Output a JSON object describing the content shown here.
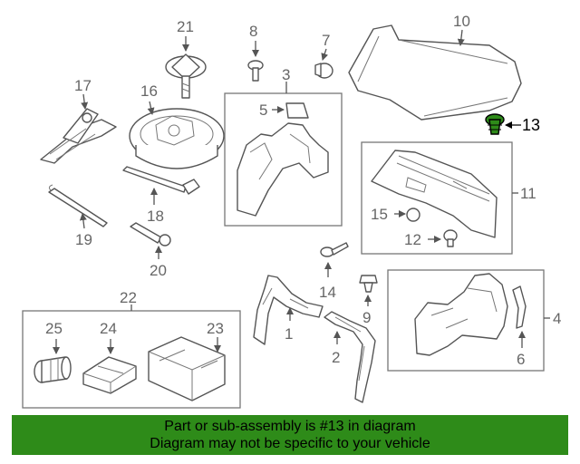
{
  "callouts": {
    "c1": "1",
    "c2": "2",
    "c3": "3",
    "c4": "4",
    "c5": "5",
    "c6": "6",
    "c7": "7",
    "c8": "8",
    "c9": "9",
    "c10": "10",
    "c11": "11",
    "c12": "12",
    "c13": "13",
    "c14": "14",
    "c15": "15",
    "c16": "16",
    "c17": "17",
    "c18": "18",
    "c19": "19",
    "c20": "20",
    "c21": "21",
    "c22": "22",
    "c23": "23",
    "c24": "24",
    "c25": "25"
  },
  "highlight": {
    "part": "13",
    "color": "#2e8b19"
  },
  "banner": {
    "line1": "Part or sub-assembly is #13 in diagram",
    "line2": "Diagram may not be specific to your vehicle",
    "background": "#2e8b19"
  }
}
